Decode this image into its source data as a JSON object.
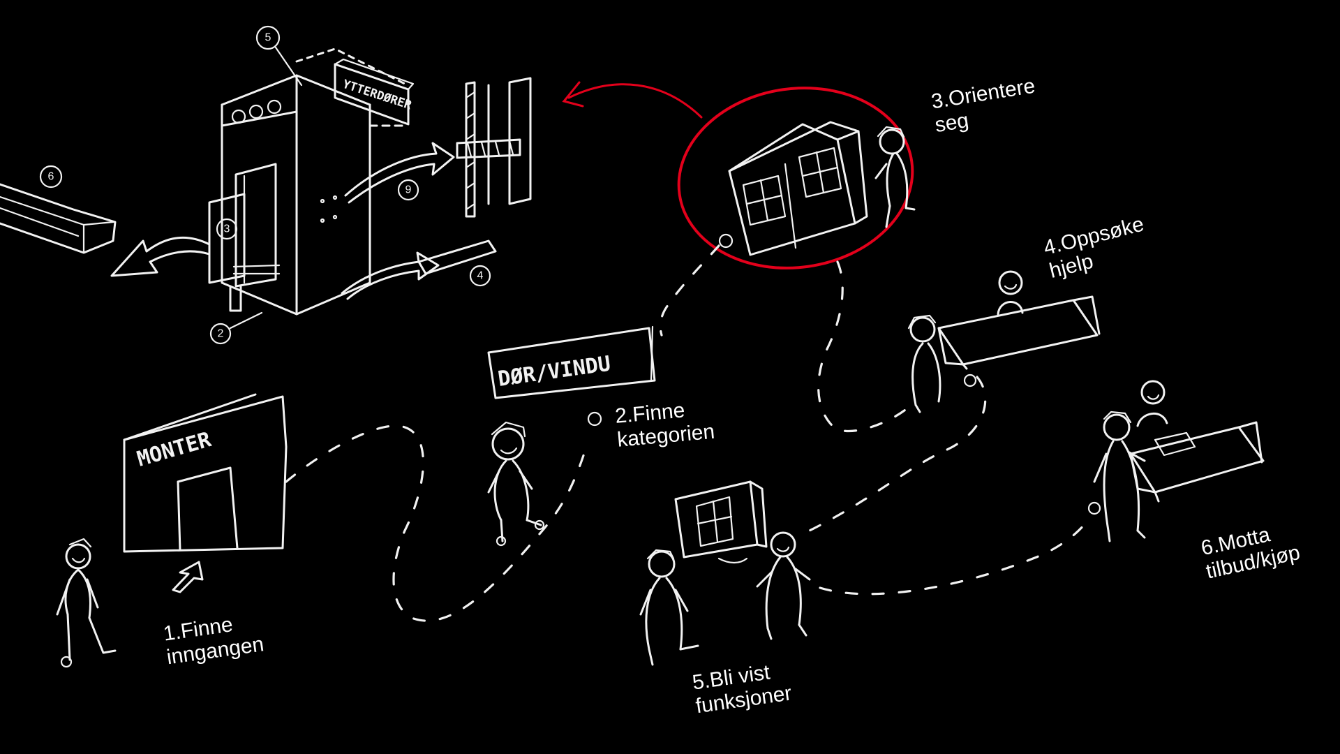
{
  "steps": [
    {
      "line1": "1.Finne",
      "line2": "inngangen"
    },
    {
      "line1": "2.Finne",
      "line2": "kategorien"
    },
    {
      "line1": "3.Orientere",
      "line2": "seg"
    },
    {
      "line1": "4.Oppsøke",
      "line2": "hjelp"
    },
    {
      "line1": "5.Bli vist",
      "line2": "funksjoner"
    },
    {
      "line1": "6.Motta",
      "line2": "tilbud/kjøp"
    }
  ],
  "signs": {
    "monter": "MONTER",
    "dor_vindu": "DØR/VINDU",
    "ytterdorer": "YTTERDØRER"
  },
  "callouts": [
    "5",
    "6",
    "3",
    "9",
    "2",
    "4"
  ],
  "colors": {
    "background": "#000000",
    "chalk": "#f2f2f2",
    "highlight": "#e3001b"
  }
}
